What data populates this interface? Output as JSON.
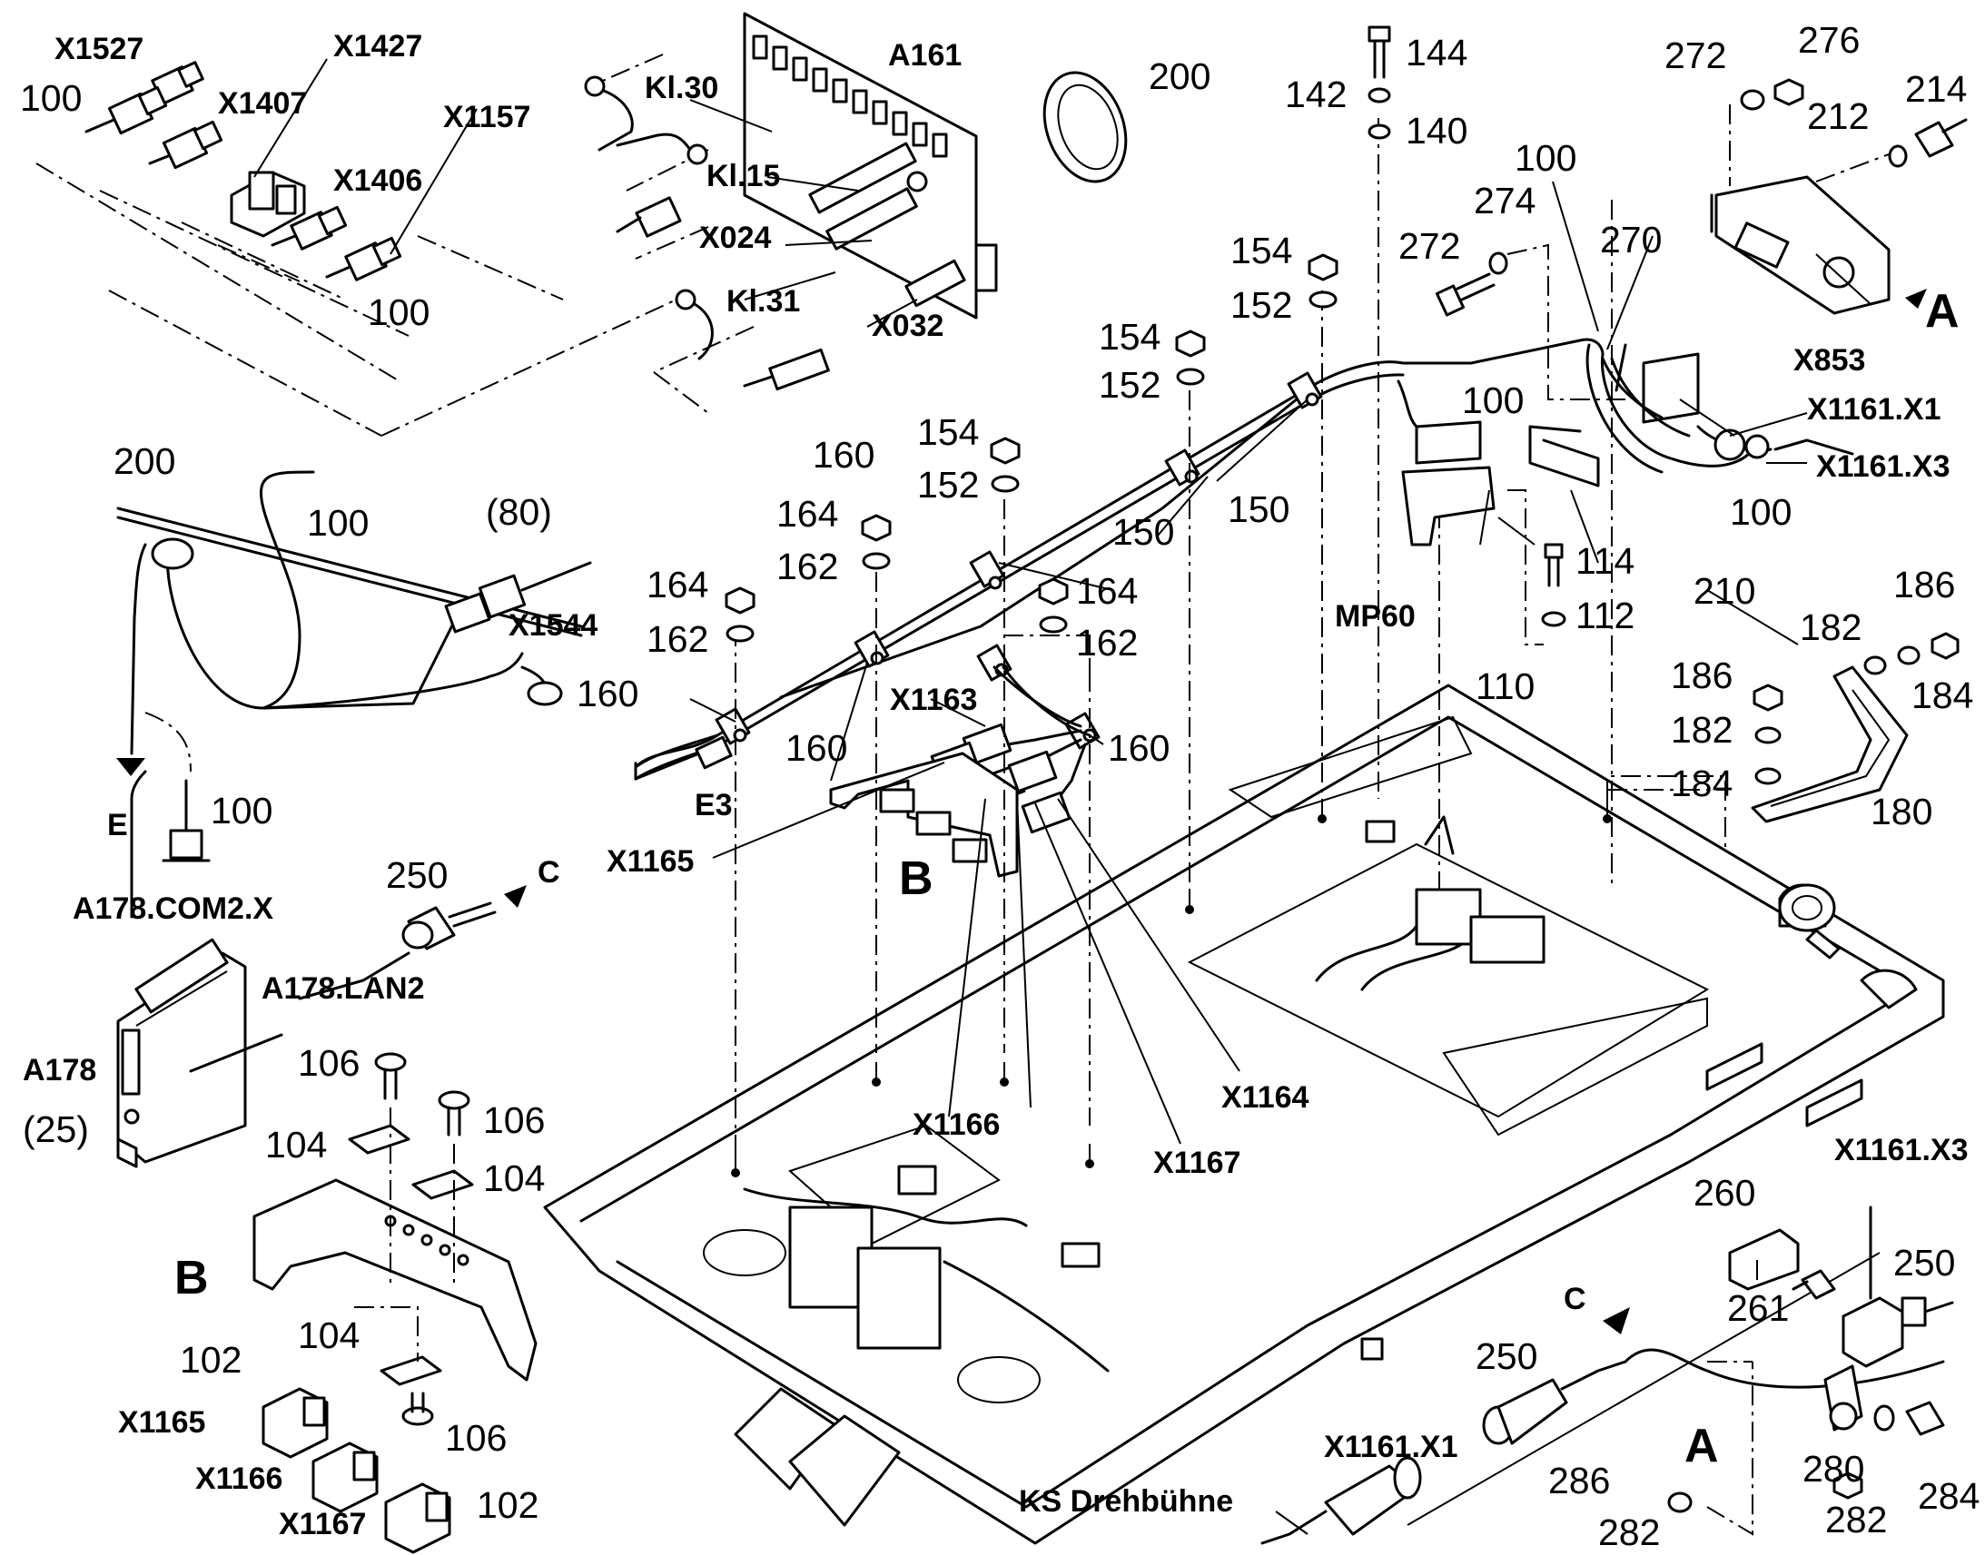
{
  "labels": {
    "X1527": "X1527",
    "X1427": "X1427",
    "X1407": "X1407",
    "X1157": "X1157",
    "X1406": "X1406",
    "n100_a": "100",
    "n100_b": "100",
    "n100_c": "100",
    "n100_d": "100",
    "n100_e": "100",
    "n100_f": "100",
    "n100_g": "100",
    "A161": "A161",
    "Kl30": "Kl.30",
    "Kl15": "Kl.15",
    "Kl31": "Kl.31",
    "X024": "X024",
    "X032": "X032",
    "n200_a": "200",
    "n200_b": "200",
    "n144": "144",
    "n142": "142",
    "n140": "140",
    "n272_a": "272",
    "n276": "276",
    "n212": "212",
    "n214": "214",
    "n274": "274",
    "n272_b": "272",
    "n270": "270",
    "A_top": "A",
    "X853": "X853",
    "X1161X1_top": "X1161.X1",
    "X1161X3_top": "X1161.X3",
    "n154_a": "154",
    "n152_a": "152",
    "n154_b": "154",
    "n152_b": "152",
    "n154_c": "154",
    "n152_c": "152",
    "n150_a": "150",
    "n150_b": "150",
    "n164_a": "164",
    "n162_a": "162",
    "n164_b": "164",
    "n162_b": "162",
    "n164_c": "164",
    "n162_c": "162",
    "n160_a": "160",
    "n160_b": "160",
    "n160_c": "160",
    "n160_d": "160",
    "MP60": "MP60",
    "n110": "110",
    "n114": "114",
    "n112": "112",
    "n210": "210",
    "n186_a": "186",
    "n182_a": "182",
    "n184_a": "184",
    "n186_b": "186",
    "n182_b": "182",
    "n184_b": "184",
    "n180": "180",
    "n80": "(80)",
    "X1544": "X1544",
    "X1163": "X1163",
    "E3": "E3",
    "X1165_main": "X1165",
    "B_main": "B",
    "E": "E",
    "A178COM2X": "A178.COM2.X",
    "n250_a": "250",
    "C_left": "C",
    "A178LAN2": "A178.LAN2",
    "A178": "A178",
    "n25": "(25)",
    "n106_a": "106",
    "n106_b": "106",
    "n104_a": "104",
    "n104_b": "104",
    "n104_c": "104",
    "n106_c": "106",
    "B_detail": "B",
    "n102_a": "102",
    "n102_b": "102",
    "X1165_d": "X1165",
    "X1166_d": "X1166",
    "X1167_d": "X1167",
    "X1166": "X1166",
    "X1167": "X1167",
    "X1164": "X1164",
    "X1161X3_bot": "X1161.X3",
    "n260": "260",
    "n250_b": "250",
    "n261": "261",
    "C_right": "C",
    "n250_c": "250",
    "X1161X1_bot": "X1161.X1",
    "A_bot": "A",
    "n286": "286",
    "n280": "280",
    "n282_a": "282",
    "n282_b": "282",
    "n284": "284",
    "KS": "KS Drehbühne"
  }
}
